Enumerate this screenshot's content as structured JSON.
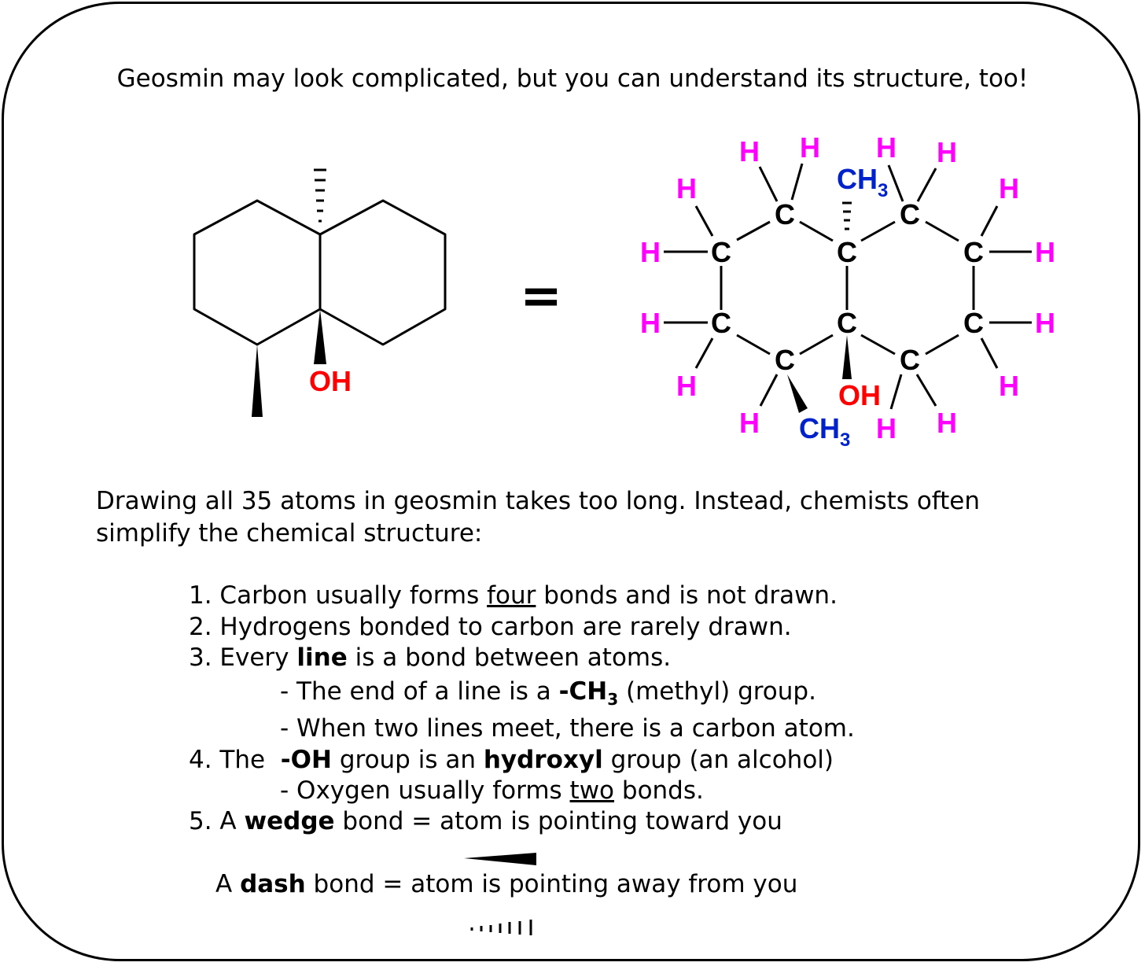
{
  "headline": "Geosmin may look complicated, but you can understand its structure, too!",
  "colors": {
    "hydrogen": "#ff00ff",
    "oxygen": "#ff0000",
    "methyl": "#0022cc",
    "carbon": "#000000"
  },
  "equals_sign": "=",
  "skeletal": {
    "oh_label": "OH"
  },
  "expanded": {
    "carbon_symbol": "C",
    "hydrogen_symbol": "H",
    "oh_label": "OH",
    "methyl_main": "CH",
    "methyl_sub": "3"
  },
  "intro": {
    "line1": "Drawing all 35 atoms in geosmin takes too long. Instead, chemists often",
    "line2": "simplify the chemical structure:"
  },
  "rules": {
    "r1": {
      "pre": "1. Carbon usually forms ",
      "u": "four",
      "post": " bonds and is not drawn."
    },
    "r2": {
      "text": "2. Hydrogens bonded to carbon are rarely drawn."
    },
    "r3": {
      "pre": "3. Every ",
      "b": "line",
      "post": " is a bond between atoms."
    },
    "r3a": {
      "pre": "- The end of a line is a ",
      "b": "-CH",
      "bsub": "3",
      "post": " (methyl) group."
    },
    "r3b": {
      "text": "- When two lines meet, there is a carbon atom."
    },
    "r4": {
      "pre": "4. The  ",
      "b1": "-OH",
      "mid": " group is an ",
      "b2": "hydroxyl",
      "post": " group (an alcohol)"
    },
    "r4a": {
      "pre": "- Oxygen usually forms ",
      "u": "two",
      "post": " bonds."
    },
    "r5": {
      "pre": "5. A ",
      "b": "wedge",
      "post": " bond = atom is pointing toward you"
    },
    "r6": {
      "pre": "A ",
      "b": "dash",
      "post": " bond = atom is pointing away from you"
    }
  }
}
